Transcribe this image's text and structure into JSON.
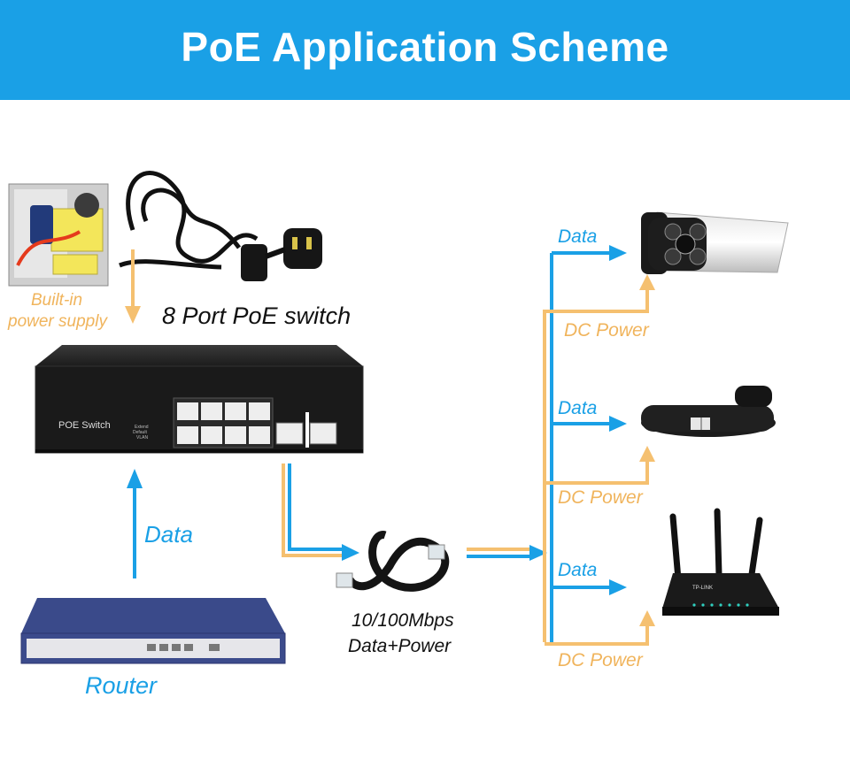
{
  "title": "PoE Application Scheme",
  "labels": {
    "built_in_1": "Built-in",
    "built_in_2": "power supply",
    "switch_name": "8 Port PoE switch",
    "data_left": "Data",
    "router": "Router",
    "cable_1": "10/100Mbps",
    "cable_2": "Data+Power",
    "data_1": "Data",
    "dc_1": "DC Power",
    "data_2": "Data",
    "dc_2": "DC Power",
    "data_3": "Data",
    "dc_3": "DC Power"
  },
  "switch_panel": {
    "brand": "POE Switch",
    "led_1": "Extend",
    "led_2": "Default",
    "led_3": "VLAN"
  },
  "router_device": {
    "brand": "TP-LINK"
  },
  "colors": {
    "banner": "#1aa0e6",
    "data_line": "#1aa0e6",
    "power_line": "#f5c070",
    "power_text": "#f0b45c"
  }
}
